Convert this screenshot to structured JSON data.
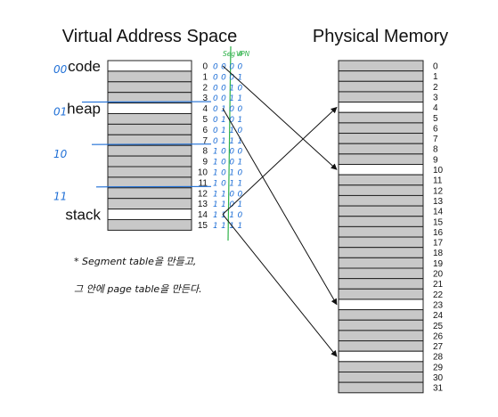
{
  "virtual": {
    "title": "Virtual Address Space",
    "page_count": 16,
    "shading": [
      "white",
      "gray",
      "gray",
      "gray",
      "white",
      "gray",
      "gray",
      "gray",
      "gray",
      "gray",
      "gray",
      "gray",
      "gray",
      "gray",
      "white",
      "gray"
    ],
    "segment_labels": [
      {
        "text": "code",
        "page": 0
      },
      {
        "text": "heap",
        "page": 4
      },
      {
        "text": "stack",
        "page": 14
      }
    ]
  },
  "physical": {
    "title": "Physical Memory",
    "frame_count": 32,
    "white_frames": [
      4,
      10,
      23,
      28
    ],
    "frame_labels": [
      "0",
      "1",
      "2",
      "3",
      "4",
      "5",
      "6",
      "7",
      "8",
      "9",
      "10",
      "11",
      "12",
      "13",
      "14",
      "15",
      "16",
      "17",
      "18",
      "19",
      "20",
      "21",
      "22",
      "23",
      "24",
      "25",
      "26",
      "27",
      "28",
      "29",
      "30",
      "31"
    ]
  },
  "virtual_page_numbers": [
    "0",
    "1",
    "2",
    "3",
    "4",
    "5",
    "6",
    "7",
    "8",
    "9",
    "10",
    "11",
    "12",
    "13",
    "14",
    "15"
  ],
  "annotations": {
    "column_header_seg": "Seg #",
    "column_header_vpn": "VPN",
    "binary_codes": [
      "0 0 0 0",
      "0 0 0 1",
      "0 0 1 0",
      "0 0 1 1",
      "0 1 0 0",
      "0 1 0 1",
      "0 1 1 0",
      "0 1 1 1",
      "1 0 0 0",
      "1 0 0 1",
      "1 0 1 0",
      "1 0 1 1",
      "1 1 0 0",
      "1 1 0 1",
      "1 1 1 0",
      "1 1 1 1"
    ],
    "segment_codes": [
      {
        "text": "00",
        "page": 1
      },
      {
        "text": "01",
        "page": 5
      },
      {
        "text": "10",
        "page": 9
      },
      {
        "text": "11",
        "page": 13
      }
    ],
    "note_line1": "* Segment table을 만들고,",
    "note_line2": "그 안에 page table을 만든다."
  },
  "mappings": [
    {
      "from_page": 0,
      "to_frame": 10
    },
    {
      "from_page": 4,
      "to_frame": 23
    },
    {
      "from_page": 14,
      "to_frame": 4
    },
    {
      "from_page": 14,
      "to_frame": 28
    }
  ],
  "colors": {
    "gray_fill": "#c8c8c8",
    "outline": "#222222",
    "annotation_blue": "#1f6fd6",
    "annotation_green": "#2fb24a"
  }
}
